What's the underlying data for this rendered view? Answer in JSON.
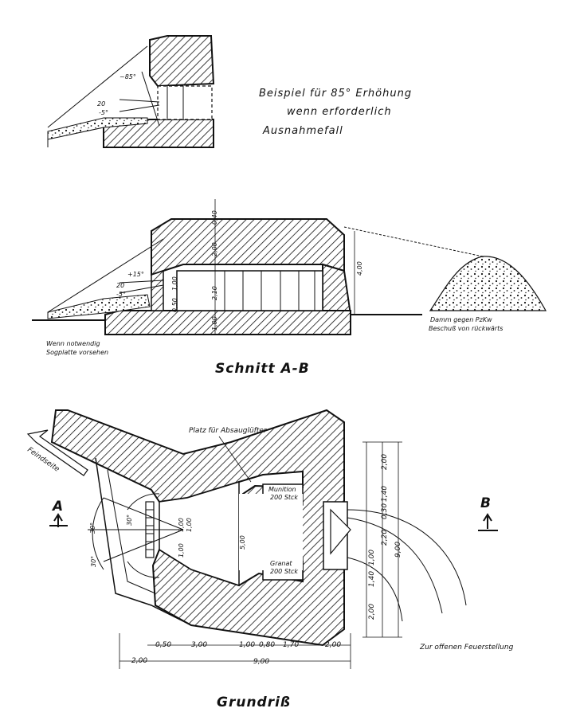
{
  "example": {
    "line1": "Beispiel für 85° Erhöhung",
    "line2": "wenn erforderlich",
    "line3": "Ausnahmefall",
    "angle_top": "~85°",
    "angle_a": "20",
    "angle_b": "-5°"
  },
  "section": {
    "title": "Schnitt A-B",
    "angle_top": "+15°",
    "angle_a": "20",
    "angle_b": "-5°",
    "dim_top": "0,40",
    "dim_roof": "2,00",
    "dim_room": "2,10",
    "dim_floor": "1,00",
    "dim_height": "4,00",
    "dim_opening": "1,00",
    "dim_opening2": "0,50",
    "note_left_1": "Wenn notwendig",
    "note_left_2": "Sogplatte vorsehen",
    "note_right_1": "Damm gegen PzKw",
    "note_right_2": "Beschuß von rückwärts"
  },
  "plan": {
    "title": "Grundriß",
    "arrow_label": "Feindseite",
    "label_a": "A",
    "label_b": "B",
    "vent_label": "Platz für Absauglüfter",
    "box1_line1": "Munition",
    "box1_line2": "200 Stck",
    "box2_line1": "Granat",
    "box2_line2": "200 Stck",
    "angle_a": "30°",
    "angle_b": "30°",
    "angle_c": "30°",
    "dim_center": "5,00",
    "dim_small1": "1,00",
    "dim_small2": "1,00",
    "dim_small3": "1,00",
    "dim_r1": "2,00",
    "dim_r2": "1,40",
    "dim_r3": "0,30",
    "dim_r4": "2,20",
    "dim_r5": "9,00",
    "dim_r6": "1,00",
    "dim_r7": "1,40",
    "dim_r8": "2,00",
    "dim_b1": "0,50",
    "dim_b2": "3,00",
    "dim_b3": "1,00",
    "dim_b4": "0,80",
    "dim_b5": "1,70",
    "dim_b6": "2,00",
    "dim_total": "9,00",
    "dim_left": "2,00",
    "fire_label": "Zur offenen Feuerstellung"
  }
}
